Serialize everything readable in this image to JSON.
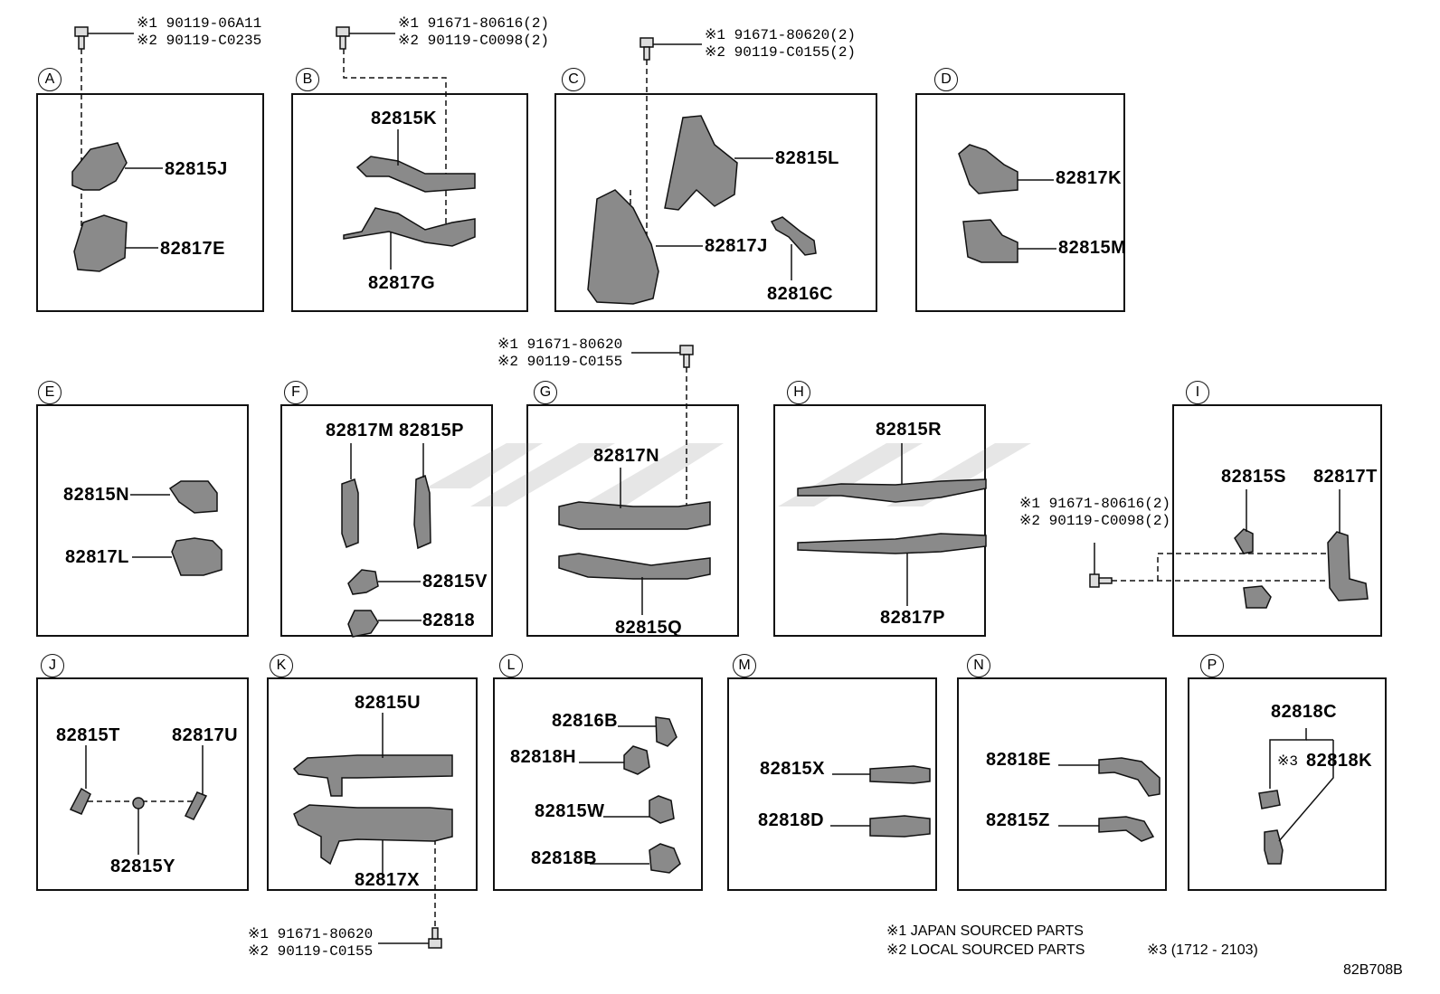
{
  "sections": [
    {
      "id": "A",
      "parts": [
        "82815J",
        "82817E"
      ]
    },
    {
      "id": "B",
      "parts": [
        "82815K",
        "82817G"
      ]
    },
    {
      "id": "C",
      "parts": [
        "82815L",
        "82817J",
        "82816C"
      ]
    },
    {
      "id": "D",
      "parts": [
        "82817K",
        "82815M"
      ]
    },
    {
      "id": "E",
      "parts": [
        "82815N",
        "82817L"
      ]
    },
    {
      "id": "F",
      "parts": [
        "82817M",
        "82815P",
        "82815V",
        "82818"
      ]
    },
    {
      "id": "G",
      "parts": [
        "82817N",
        "82815Q"
      ]
    },
    {
      "id": "H",
      "parts": [
        "82815R",
        "82817P"
      ]
    },
    {
      "id": "I",
      "parts": [
        "82815S",
        "82817T"
      ]
    },
    {
      "id": "J",
      "parts": [
        "82815T",
        "82817U",
        "82815Y"
      ]
    },
    {
      "id": "K",
      "parts": [
        "82815U",
        "82817X"
      ]
    },
    {
      "id": "L",
      "parts": [
        "82816B",
        "82818H",
        "82815W",
        "82818B"
      ]
    },
    {
      "id": "M",
      "parts": [
        "82815X",
        "82818D"
      ]
    },
    {
      "id": "N",
      "parts": [
        "82818E",
        "82815Z"
      ]
    },
    {
      "id": "P",
      "parts": [
        "82818C",
        "82818K"
      ]
    }
  ],
  "bolt_notes": [
    {
      "l1": "※1 90119-06A11",
      "l2": "※2 90119-C0235"
    },
    {
      "l1": "※1 91671-80616(2)",
      "l2": "※2 90119-C0098(2)"
    },
    {
      "l1": "※1 91671-80620(2)",
      "l2": "※2 90119-C0155(2)"
    },
    {
      "l1": "※1 91671-80620",
      "l2": "※2 90119-C0155"
    },
    {
      "l1": "※1 91671-80616(2)",
      "l2": "※2 90119-C0098(2)"
    },
    {
      "l1": "※1 91671-80620",
      "l2": "※2 90119-C0155"
    }
  ],
  "marker_3": "※3",
  "legend": {
    "japan": "※1 JAPAN SOURCED PARTS",
    "local": "※2 LOCAL SOURCED PARTS",
    "range": "※3 (1712 - 2103)"
  },
  "diagram_code": "82B708B"
}
